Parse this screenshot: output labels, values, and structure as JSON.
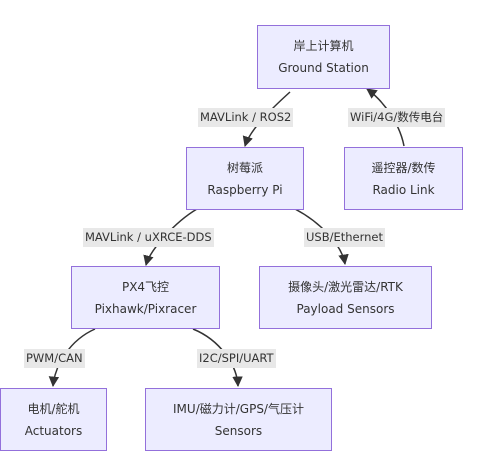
{
  "nodes": {
    "ground_station": {
      "title": "岸上计算机",
      "subtitle": "Ground Station"
    },
    "raspberry_pi": {
      "title": "树莓派",
      "subtitle": "Raspberry Pi"
    },
    "radio_link": {
      "title": "遥控器/数传",
      "subtitle": "Radio Link"
    },
    "flight_controller": {
      "title": "PX4飞控",
      "subtitle": "Pixhawk/Pixracer"
    },
    "payload_sensors": {
      "title": "摄像头/激光雷达/RTK",
      "subtitle": "Payload Sensors"
    },
    "actuators": {
      "title": "电机/舵机",
      "subtitle": "Actuators"
    },
    "sensors": {
      "title": "IMU/磁力计/GPS/气压计",
      "subtitle": "Sensors"
    }
  },
  "edges": {
    "gs_pi": "MAVLink / ROS2",
    "radio_gs": "WiFi/4G/数传电台",
    "pi_px4": "MAVLink / uXRCE-DDS",
    "pi_payload": "USB/Ethernet",
    "px4_actuators": "PWM/CAN",
    "px4_sensors": "I2C/SPI/UART"
  },
  "colors": {
    "node_fill": "#ececff",
    "node_border": "#9370db",
    "edge": "#333333",
    "label_bg": "#e8e8e8"
  }
}
